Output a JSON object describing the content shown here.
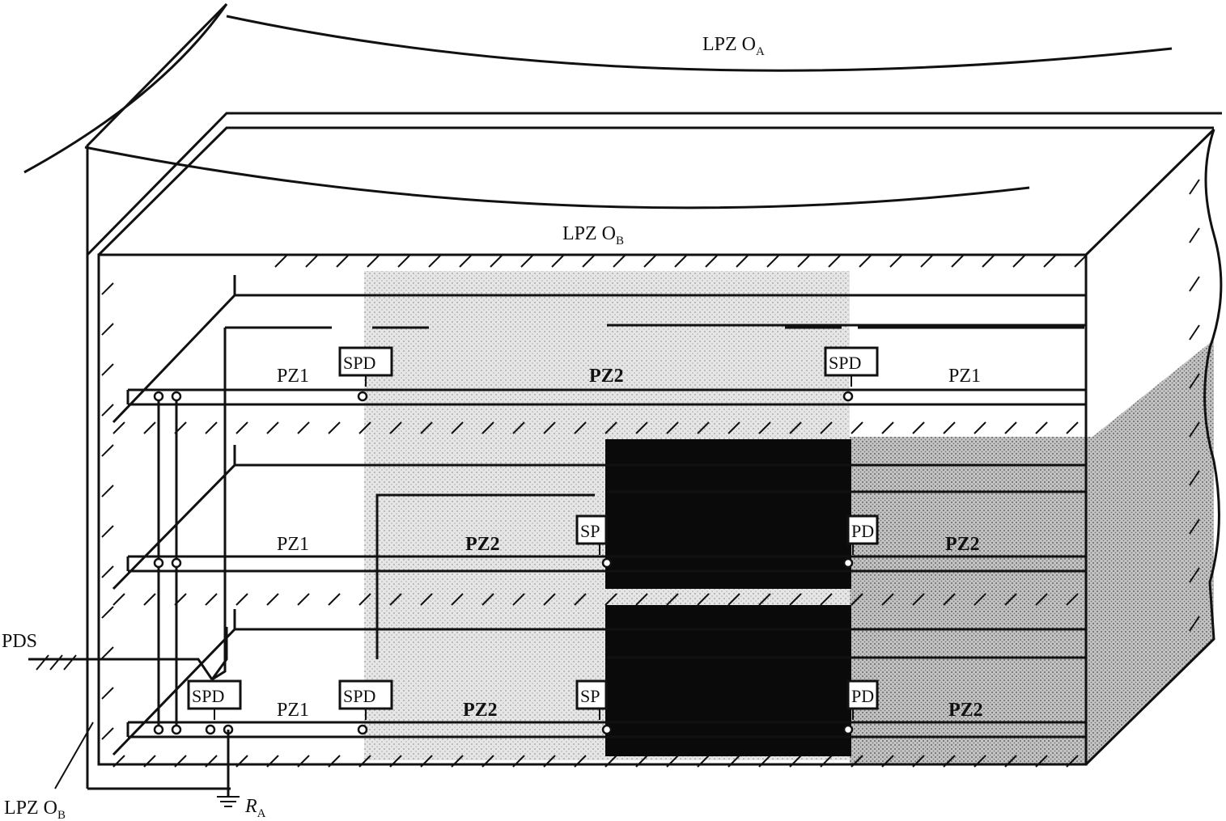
{
  "zones": {
    "lpz_oa": {
      "main": "LPZ O",
      "sub": "A"
    },
    "lpz_ob_top": {
      "main": "LPZ O",
      "sub": "B"
    },
    "lpz_ob_bottom": {
      "main": "LPZ O",
      "sub": "B"
    }
  },
  "labels": {
    "pds": "PDS",
    "ra_main": "R",
    "ra_sub": "A"
  },
  "floors": [
    {
      "left": "PZ1",
      "middle": "PZ2",
      "right": "PZ1"
    },
    {
      "left": "PZ1",
      "middle": "PZ2",
      "right": "PZ2"
    },
    {
      "left": "PZ1",
      "middle": "PZ2",
      "right": "PZ2"
    }
  ],
  "spd": {
    "full": "SPD",
    "cut_left": "SP",
    "cut_right": "PD"
  },
  "colors": {
    "line": "#111111",
    "shade_light": "#d9d9d9",
    "shade_dark": "#0a0a0a"
  }
}
